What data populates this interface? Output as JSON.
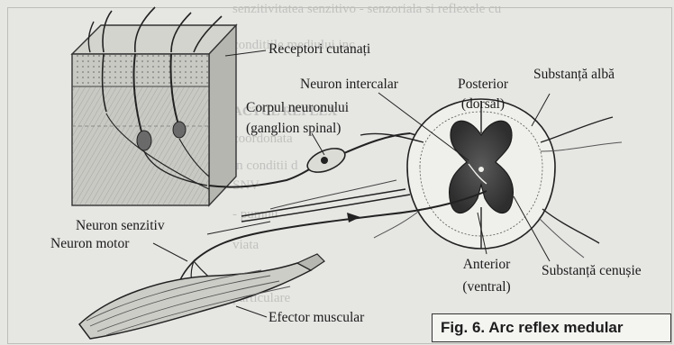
{
  "figure": {
    "caption": "Fig. 6. Arc reflex medular",
    "labels": {
      "receptori": "Receptori cutanați",
      "neuron_intercalar": "Neuron intercalar",
      "posterior_1": "Posterior",
      "posterior_2": "(dorsal)",
      "substanta_alba": "Substanță albă",
      "corpul_1": "Corpul neuronului",
      "corpul_2": "(ganglion spinal)",
      "neuron_senzitiv": "Neuron senzitiv",
      "neuron_motor": "Neuron motor",
      "anterior_1": "Anterior",
      "anterior_2": "(ventral)",
      "substanta_cenusie": "Substanță cenușie",
      "efector": "Efector muscular"
    }
  },
  "bleed_through": {
    "line1": "senzitivitatea senzitivo - senzoriala si reflexele cu",
    "line2": "conditiile mediului inc",
    "line3": "ACTUL REFLEX",
    "line4": "coordonata",
    "line5": "in conditii d",
    "line6": "SNV",
    "line7": "- pumnu",
    "line8": "viata",
    "line9": "particulare"
  }
}
